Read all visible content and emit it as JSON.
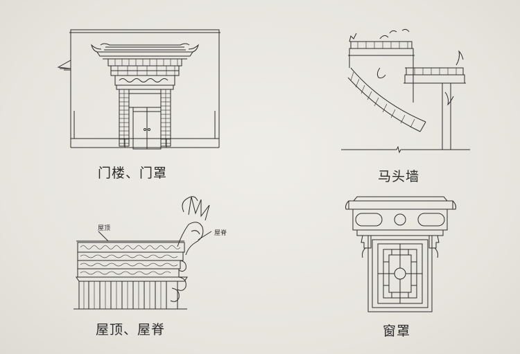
{
  "panels": {
    "gate": {
      "caption": "门楼、门罩"
    },
    "horse_head_wall": {
      "caption": "马头墙"
    },
    "roof": {
      "caption": "屋顶、屋脊",
      "labels": {
        "roof": "屋顶",
        "ridge": "屋脊"
      }
    },
    "window": {
      "caption": "窗罩"
    }
  },
  "colors": {
    "background": "#e9e7e1",
    "ink": "#2a2a2a"
  }
}
